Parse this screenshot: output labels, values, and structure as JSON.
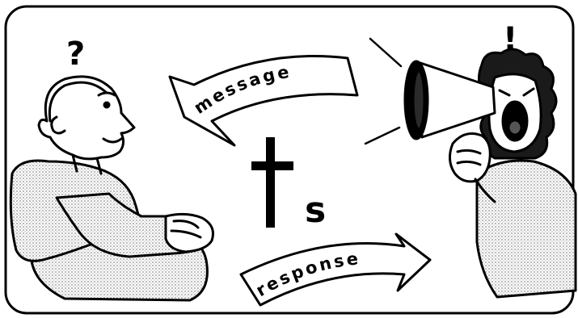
{
  "question_mark": "?",
  "exclamation_mark": "!",
  "message_label": "message",
  "response_label": "response",
  "t_symbol": "t",
  "s_symbol": "s",
  "colors": {
    "ink": "#000000",
    "paper": "#ffffff",
    "stipple": "#9a9a9a"
  },
  "icons": {
    "listener": "seated-person-icon",
    "speaker": "megaphone-shouting-person-icon"
  }
}
